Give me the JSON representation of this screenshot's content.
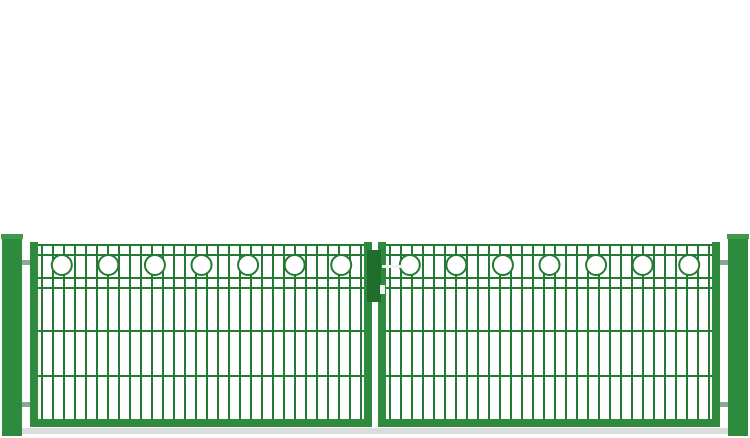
{
  "image": {
    "subject": "double-leaf-gate",
    "colors": {
      "frame": "#2e8b3e",
      "frame_dark": "#1f6e2c",
      "bar": "#237a33",
      "shadow": "#d8d8d8",
      "handle": "#f2f2f2"
    },
    "leaves": [
      {
        "circles": 7
      },
      {
        "circles": 7
      }
    ]
  }
}
